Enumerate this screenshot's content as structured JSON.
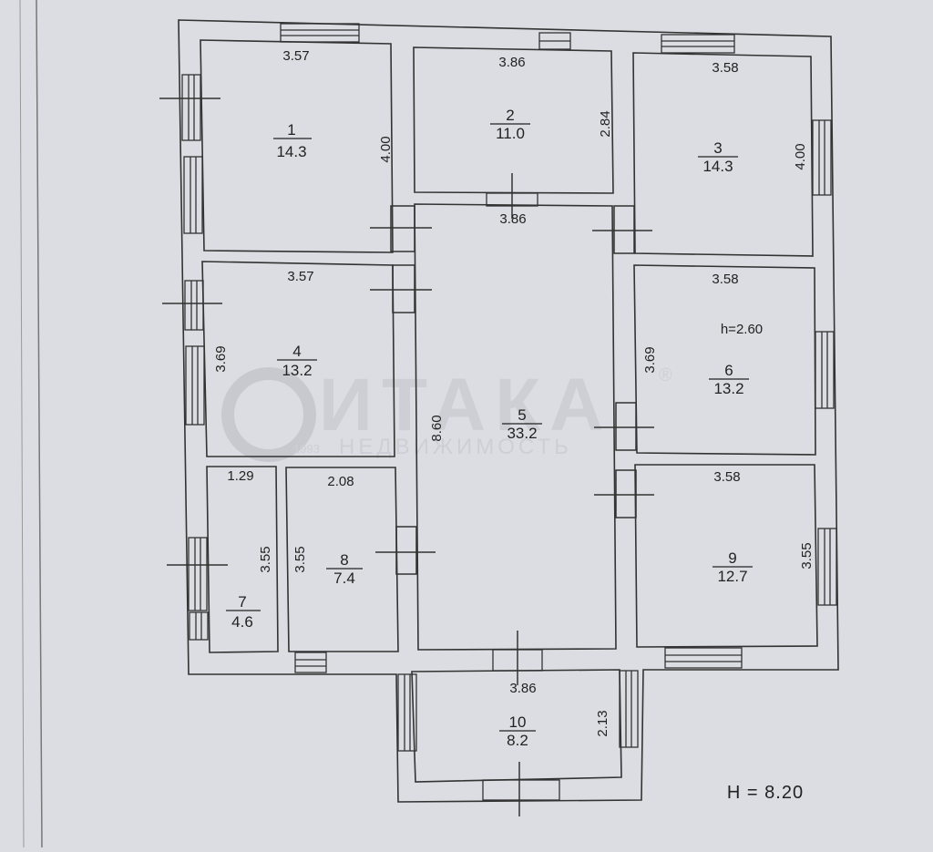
{
  "plan": {
    "height_label": "H = 8.20",
    "ceiling_label": "h=2.60",
    "watermark": {
      "brand": "ИТАКА",
      "reg": "®",
      "year": "1993",
      "subtitle": "НЕДВИЖИМОСТЬ"
    },
    "rooms": [
      {
        "num": "1",
        "area": "14.3",
        "width": "3.57",
        "length": "4.00"
      },
      {
        "num": "2",
        "area": "11.0",
        "width": "3.86",
        "length": "2.84"
      },
      {
        "num": "3",
        "area": "14.3",
        "width": "3.58",
        "length": "4.00"
      },
      {
        "num": "4",
        "area": "13.2",
        "width": "3.57",
        "length": "3.69"
      },
      {
        "num": "5",
        "area": "33.2",
        "width": "3.86",
        "length": "8.60"
      },
      {
        "num": "6",
        "area": "13.2",
        "width": "3.58",
        "length": "3.69"
      },
      {
        "num": "7",
        "area": "4.6",
        "width": "1.29",
        "length": "3.55"
      },
      {
        "num": "8",
        "area": "7.4",
        "width": "2.08",
        "length": "3.55"
      },
      {
        "num": "9",
        "area": "12.7",
        "width": "3.58",
        "length": "3.55"
      },
      {
        "num": "10",
        "area": "8.2",
        "width": "3.86",
        "length": "2.13"
      }
    ]
  }
}
